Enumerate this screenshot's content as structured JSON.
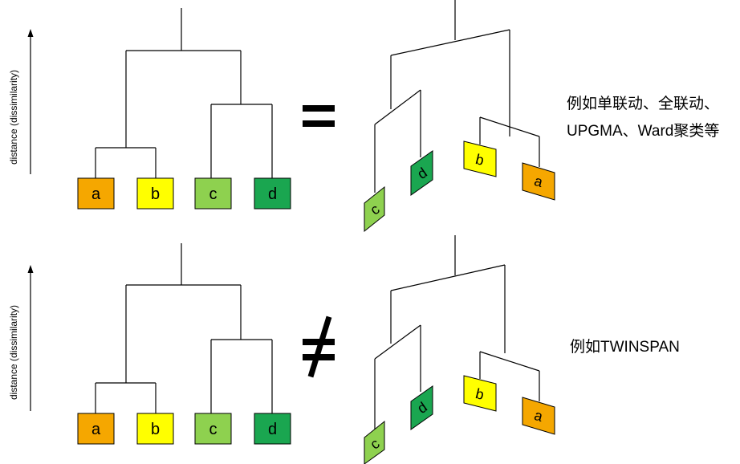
{
  "axis_label": "distance (dissimilarity)",
  "colors": {
    "a": "#f5a700",
    "b": "#ffff00",
    "c": "#8ed14f",
    "d": "#1aa650",
    "line": "#000000"
  },
  "panels": [
    {
      "relation_symbol": "equals",
      "left_leaves": [
        "a",
        "b",
        "c",
        "d"
      ],
      "right_leaves": [
        "c",
        "d",
        "b",
        "a"
      ],
      "note_lines": [
        "例如单联动、全联动、",
        "UPGMA、Ward聚类等"
      ]
    },
    {
      "relation_symbol": "not-equals",
      "left_leaves": [
        "a",
        "b",
        "c",
        "d"
      ],
      "right_leaves": [
        "c",
        "d",
        "b",
        "a"
      ],
      "note_lines": [
        "例如TWINSPAN"
      ]
    }
  ]
}
